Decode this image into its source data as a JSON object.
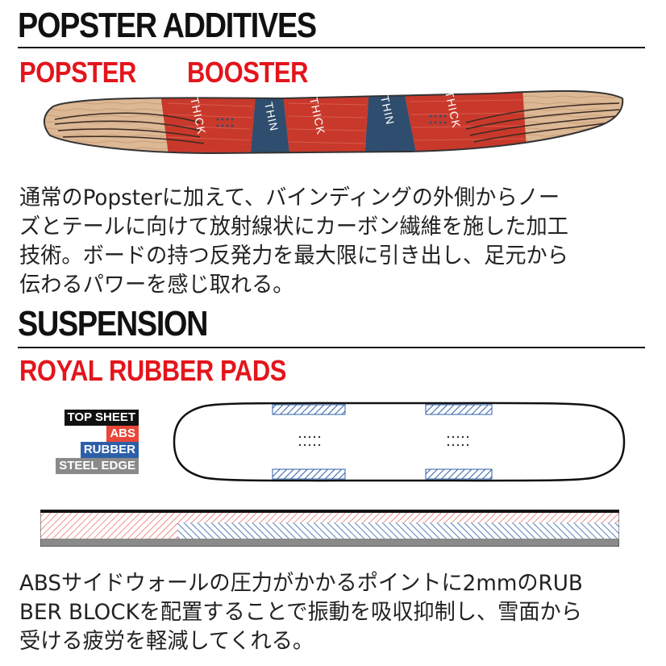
{
  "sections": {
    "popster": {
      "title": "POPSTER ADDITIVES",
      "subtitle_left": "POPSTER",
      "subtitle_right": "BOOSTER",
      "board_labels": [
        "THICK",
        "THIN",
        "THICK",
        "THIN",
        "THICK"
      ],
      "description_lines": [
        "通常のPopsterに加えて、バインディングの外側からノー",
        "ズとテールに向けて放射線状にカーボン繊維を施した加工",
        "技術。ボードの持つ反発力を最大限に引き出し、足元から",
        "伝わるパワーを感じ取れる。"
      ]
    },
    "suspension": {
      "title": "SUSPENSION",
      "subtitle": "ROYAL RUBBER PADS",
      "legend": [
        {
          "label": "TOP SHEET",
          "color": "#111111"
        },
        {
          "label": "ABS",
          "color": "#e8473a"
        },
        {
          "label": "RUBBER",
          "color": "#2d5fa8"
        },
        {
          "label": "STEEL EDGE",
          "color": "#8a8a8a"
        }
      ],
      "description_lines": [
        "ABSサイドウォールの圧力がかかるポイントに2mmのRUB",
        "BER BLOCKを配置することで振動を吸収抑制し、雪面から",
        "受ける疲労を軽減してくれる。"
      ]
    }
  },
  "colors": {
    "accent_red": "#e3151c",
    "board_red": "#c8392b",
    "board_blue": "#2f4d6e",
    "wood": "#d9b48f"
  }
}
